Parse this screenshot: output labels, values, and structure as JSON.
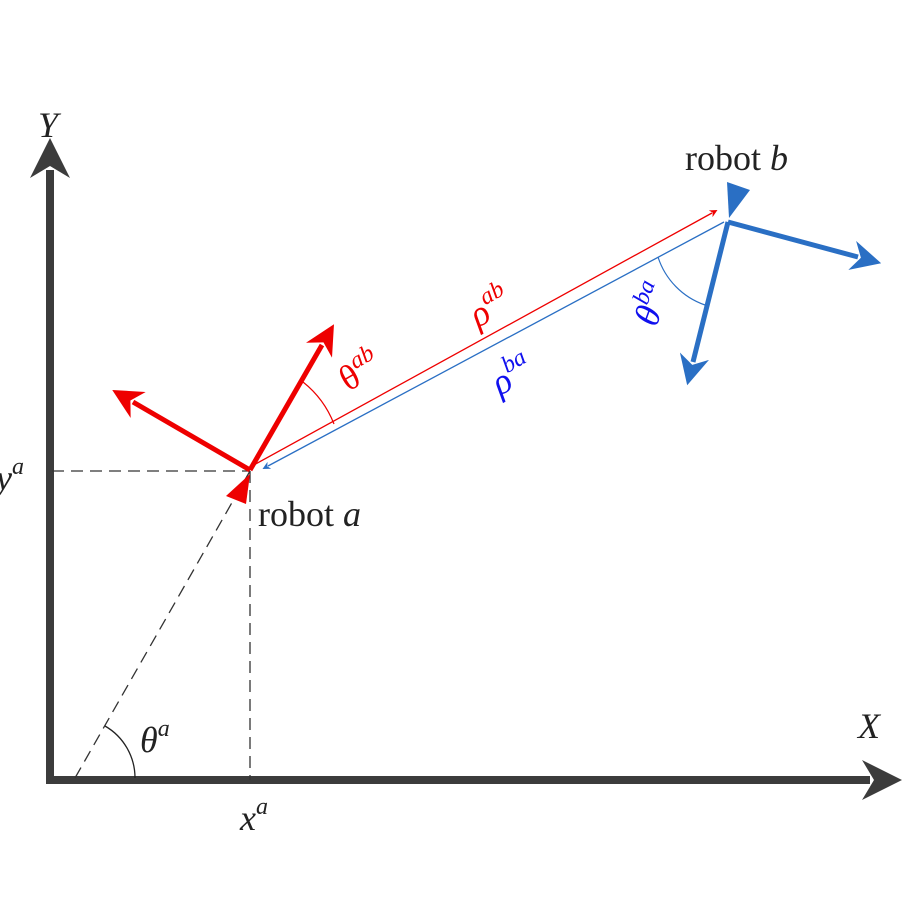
{
  "axes": {
    "x_label": "X",
    "y_label": "Y",
    "x_tick_label": "x",
    "x_tick_sup": "a",
    "y_tick_label": "y",
    "y_tick_sup": "a"
  },
  "angles": {
    "theta_a": {
      "base": "θ",
      "sup": "a"
    },
    "theta_ab": {
      "base": "θ",
      "sup": "ab"
    },
    "theta_ba": {
      "base": "θ",
      "sup": "ba"
    }
  },
  "distances": {
    "rho_ab": {
      "base": "ρ",
      "sup": "ab"
    },
    "rho_ba": {
      "base": "ρ",
      "sup": "ba"
    }
  },
  "robots": {
    "a": {
      "label": "robot ",
      "name": "a"
    },
    "b": {
      "label": "robot ",
      "name": "b"
    }
  },
  "colors": {
    "axis": "#3c3c3c",
    "robot_a": "#ee0000",
    "robot_b": "#2a6fc4",
    "label_b": "#1010ee"
  }
}
